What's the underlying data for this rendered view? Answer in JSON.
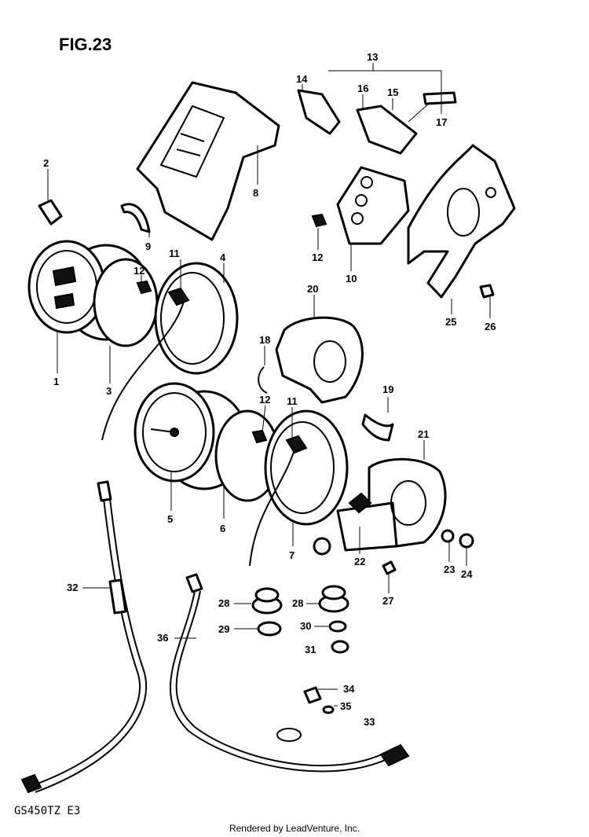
{
  "figure_title": "FIG.23",
  "model_code": "GS450TZ  E3",
  "footer_credit": "Rendered by LeadVenture, Inc.",
  "callouts": [
    "1",
    "2",
    "3",
    "4",
    "5",
    "6",
    "7",
    "8",
    "9",
    "10",
    "11",
    "11",
    "12",
    "12",
    "12",
    "13",
    "14",
    "15",
    "16",
    "17",
    "18",
    "19",
    "20",
    "21",
    "22",
    "23",
    "24",
    "25",
    "26",
    "27",
    "28",
    "28",
    "29",
    "30",
    "31",
    "32",
    "33",
    "34",
    "35",
    "36"
  ]
}
